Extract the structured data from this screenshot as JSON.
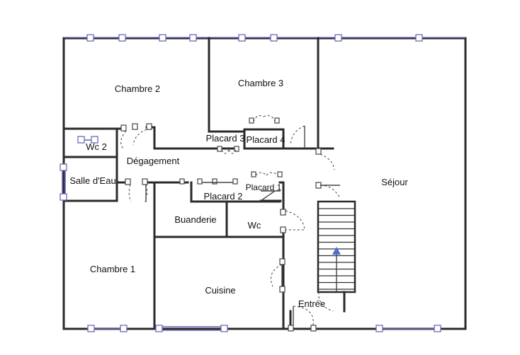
{
  "rooms": {
    "chambre2": "Chambre 2",
    "chambre3": "Chambre 3",
    "wc2": "Wc 2",
    "degagement": "Dégagement",
    "salle_eau": "Salle d'Eau",
    "placard3": "Placard 3",
    "placard4": "Placard 4",
    "placard2": "Placard 2",
    "placard1": "Placard 1",
    "buanderie": "Buanderie",
    "wc": "Wc",
    "chambre1": "Chambre 1",
    "cuisine": "Cuisine",
    "sejour": "Séjour",
    "entree": "Entrée"
  },
  "colors": {
    "wall": "#2a2a2a",
    "window": "#6a6ab4",
    "stair_arrow": "#4a6fd0"
  },
  "icons": {
    "stair_direction": "arrow-up-icon"
  }
}
